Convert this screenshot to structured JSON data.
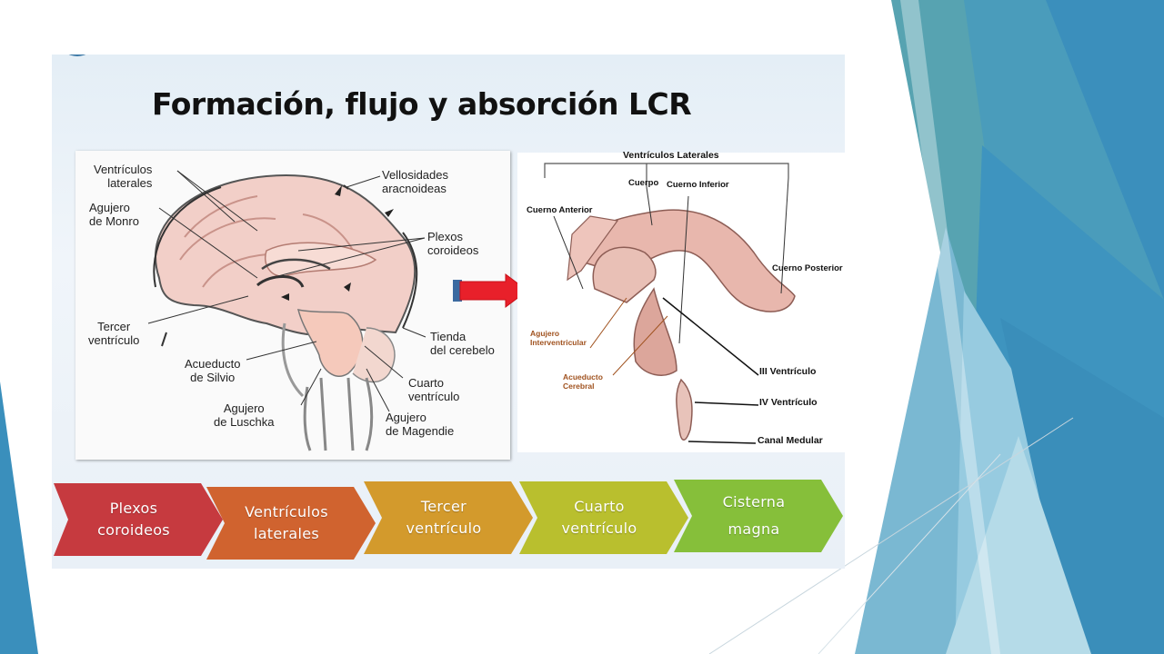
{
  "slide": {
    "title": "Formación, flujo y absorción LCR"
  },
  "brain_diagram": {
    "labels": {
      "ventriculos_laterales": "Ventrículos\nlaterales",
      "agujero_monro": "Agujero\nde Monro",
      "vellosidades": "Vellosidades\naracnoideas",
      "plexos": "Plexos\ncoroideos",
      "tercer": "Tercer\nventrículo",
      "acueducto": "Acueducto\nde Silvio",
      "tienda": "Tienda\ndel cerebelo",
      "cuarto": "Cuarto\nventrículo",
      "luschka": "Agujero\nde Luschka",
      "magendie": "Agujero\nde Magendie"
    }
  },
  "ventricle_diagram": {
    "labels": {
      "title": "Ventrículos Laterales",
      "cuerpo": "Cuerpo",
      "cuerno_inferior": "Cuerno Inferior",
      "cuerno_anterior": "Cuerno Anterior",
      "cuerno_posterior": "Cuerno Posterior",
      "agujero_interventricular": "Agujero\nInterventricular",
      "acueducto_cerebral": "Acueducto\nCerebral",
      "iii": "III Ventrículo",
      "iv": "IV Ventrículo",
      "canal": "Canal Medular"
    }
  },
  "flow": {
    "steps": [
      {
        "label": "Plexos\ncoroideos",
        "color": "#c63a3f"
      },
      {
        "label": "Ventrículos\nlaterales",
        "color": "#d0632f"
      },
      {
        "label": "Tercer\nventrículo",
        "color": "#d39a2c"
      },
      {
        "label": "Cuarto\nventrículo",
        "color": "#b9bf2e"
      },
      {
        "label": "Cisterna\nmagna",
        "color": "#86bf3a"
      }
    ]
  },
  "colors": {
    "arrow": "#e8202a",
    "teal": "#5aa5b5",
    "blue": "#3d93bd"
  }
}
